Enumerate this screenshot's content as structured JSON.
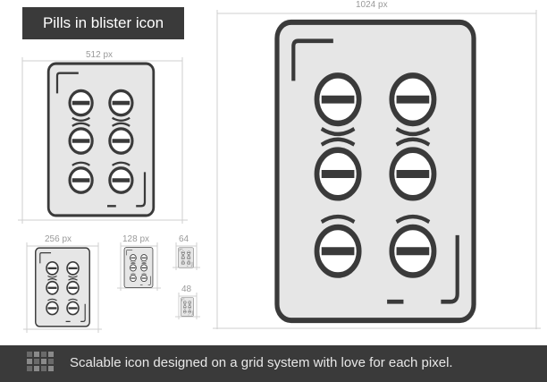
{
  "title": "Pills in blister icon",
  "sizes": {
    "s1024": "1024 px",
    "s512": "512 px",
    "s256": "256 px",
    "s128": "128 px",
    "s64": "64",
    "s48": "48"
  },
  "footer": {
    "text": "Scalable icon designed on a grid system with love for each pixel."
  },
  "colors": {
    "stroke": "#3a3a3a",
    "fill": "#e6e6e6",
    "guide": "#cccccc",
    "banner": "#3a3a3a"
  },
  "icons": {
    "name": "pills-blister-icon"
  }
}
